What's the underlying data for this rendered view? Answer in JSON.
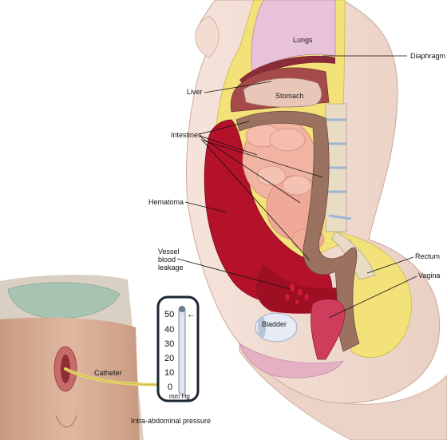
{
  "labels": {
    "lungs": "Lungs",
    "diaphragm": "Diaphragm",
    "liver": "Liver",
    "stomach": "Stomach",
    "intestines": "Intestines",
    "hematoma": "Hematoma",
    "vessel_1": "Vessel",
    "vessel_2": "blood",
    "vessel_3": "leakage",
    "rectum": "Rectum",
    "vagina": "Vagina",
    "bladder": "Bladder",
    "catheter": "Catheter",
    "caption": "Intra-abdominal pressure"
  },
  "gauge": {
    "ticks": [
      "50",
      "40",
      "30",
      "20",
      "10",
      "0"
    ],
    "unit": "mm Hg",
    "arrow": "←"
  },
  "colors": {
    "skin": "#f1d8cd",
    "blood": "#b3122a",
    "fat": "#f3e27a",
    "intestine": "#f2b4a2",
    "colon": "#9b7160",
    "lungs": "#e8c2d8"
  }
}
